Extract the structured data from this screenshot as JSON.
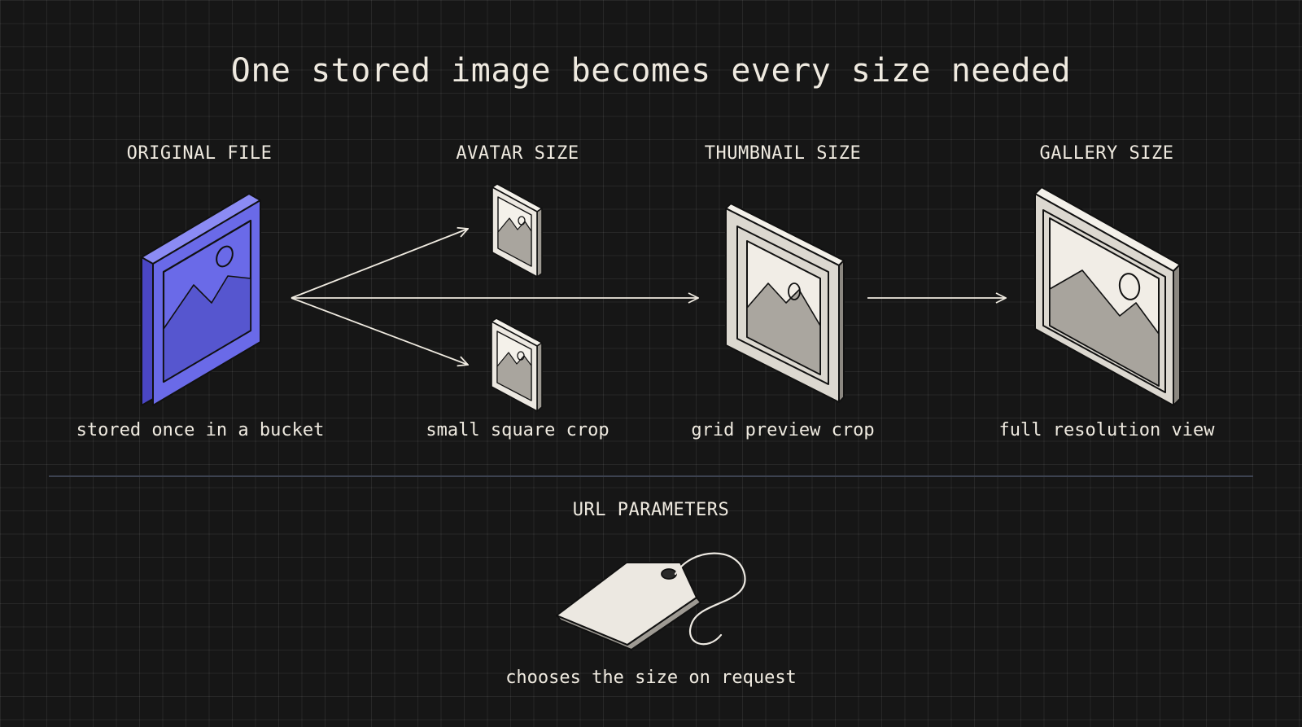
{
  "title": "One stored image becomes every size needed",
  "stages": [
    {
      "label": "ORIGINAL FILE",
      "caption": "stored once in a bucket"
    },
    {
      "label": "AVATAR SIZE",
      "caption": "small square crop"
    },
    {
      "label": "THUMBNAIL SIZE",
      "caption": "grid preview crop"
    },
    {
      "label": "GALLERY SIZE",
      "caption": "full resolution view"
    }
  ],
  "params": {
    "label": "URL PARAMETERS",
    "caption": "chooses the size on request"
  },
  "colors": {
    "background": "#161616",
    "accent": "#6a6ae8",
    "paper": "#ece8e1",
    "text": "#efeae0"
  },
  "icons": [
    "image-frame-icon",
    "arrow-icon",
    "price-tag-icon"
  ]
}
